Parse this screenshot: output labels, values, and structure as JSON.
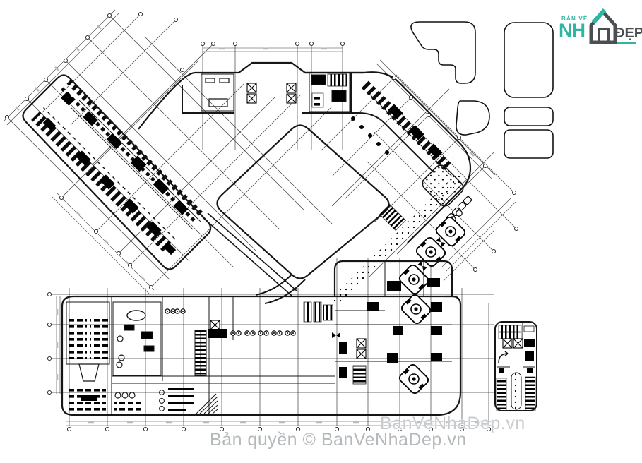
{
  "drawing": {
    "type": "architectural-floor-plan",
    "description": "CAD ground floor plan of a V-shaped building complex with central diamond courtyard, two diagonal hospital-style wings, a long bottom service wing and a detached parking annex",
    "annotation_text_legible": false
  },
  "logo": {
    "ban_ve": "BẢN VẼ",
    "nha": "NH",
    "dep": "ĐẸP",
    "house_icon": "house-icon"
  },
  "watermarks": {
    "center": "BanVeNhaDep.vn",
    "bottom": "Bản quyền © BanVeNhaDep.vn"
  },
  "colors": {
    "paper": "#ffffff",
    "line": "#161616",
    "grid": "#3f3f3f",
    "dim_tick_gray": "#b9b9b9",
    "teal": "#2eb6a3",
    "logo_dark": "#4b4f54",
    "watermark_light": "#c7cbce",
    "watermark_gray": "#b4b8bb"
  }
}
